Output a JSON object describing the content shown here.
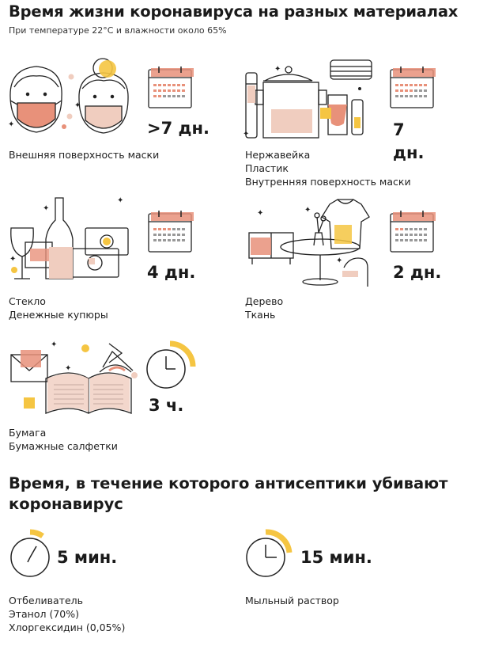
{
  "header": {
    "title": "Время жизни коронавируса на разных материалах",
    "subtitle": "При температуре 22°С и влажности около 65%"
  },
  "colors": {
    "salmon": "#e8917a",
    "peach": "#f0cdbf",
    "yellow": "#f5c542",
    "line": "#222222"
  },
  "materials": [
    {
      "duration": ">7 дн.",
      "labels": [
        "Внешняя поверхность маски"
      ],
      "icon": "masked-faces-icon"
    },
    {
      "duration_line1": "7",
      "duration_line2": "дн.",
      "labels": [
        "Нержавейка",
        "Пластик",
        "Внутренняя поверхность маски"
      ],
      "icon": "pot-and-bottles-icon"
    },
    {
      "duration": "4 дн.",
      "labels": [
        "Стекло",
        "Денежные купюры"
      ],
      "icon": "glass-and-banknotes-icon"
    },
    {
      "duration": "2 дн.",
      "labels": [
        "Дерево",
        "Ткань"
      ],
      "icon": "table-and-shirt-icon"
    },
    {
      "duration": "3 ч.",
      "labels": [
        "Бумага",
        "Бумажные салфетки"
      ],
      "icon": "book-and-envelope-icon"
    }
  ],
  "antiseptics": {
    "title": "Время, в течение которого антисептики убивают коронавирус",
    "items": [
      {
        "duration": "5 мин.",
        "labels": [
          "Отбеливатель",
          "Этанол (70%)",
          "Хлоргексидин (0,05%)"
        ]
      },
      {
        "duration": "15 мин.",
        "labels": [
          "Мыльный раствор"
        ]
      }
    ]
  }
}
